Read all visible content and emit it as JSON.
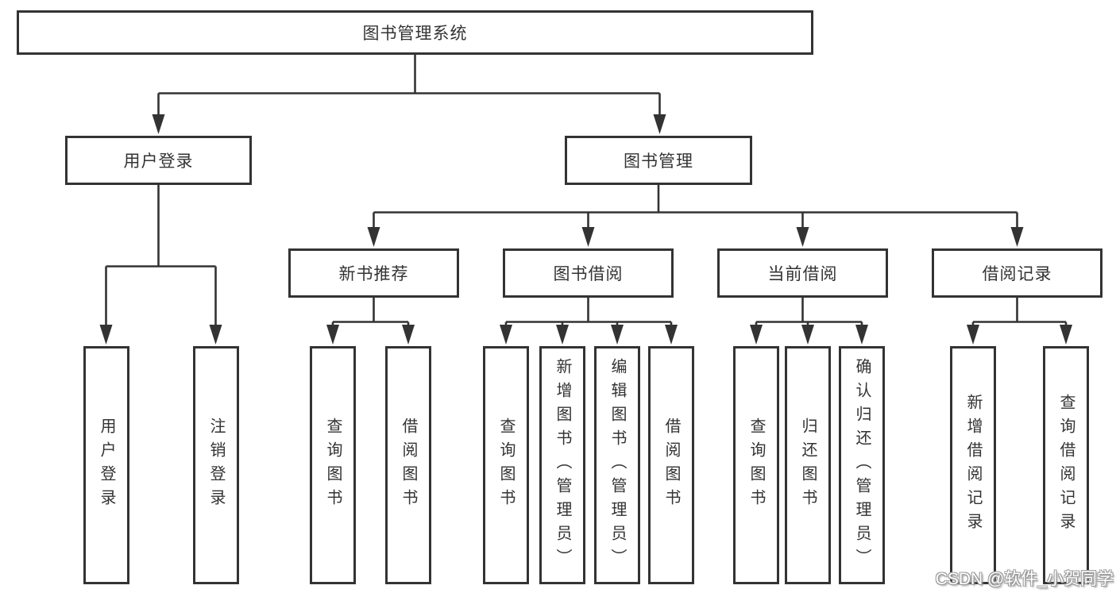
{
  "tree": {
    "label": "图书管理系统",
    "children": [
      {
        "label": "用户登录",
        "children": [
          {
            "label": "用户登录"
          },
          {
            "label": "注销登录"
          }
        ]
      },
      {
        "label": "图书管理",
        "children": [
          {
            "label": "新书推荐",
            "children": [
              {
                "label": "查询图书"
              },
              {
                "label": "借阅图书"
              }
            ]
          },
          {
            "label": "图书借阅",
            "children": [
              {
                "label": "查询图书"
              },
              {
                "label": "新增图书（管理员）"
              },
              {
                "label": "编辑图书（管理员）"
              },
              {
                "label": "借阅图书"
              }
            ]
          },
          {
            "label": "当前借阅",
            "children": [
              {
                "label": "查询图书"
              },
              {
                "label": "归还图书"
              },
              {
                "label": "确认归还（管理员）"
              }
            ]
          },
          {
            "label": "借阅记录",
            "children": [
              {
                "label": "新增借阅记录"
              },
              {
                "label": "查询借阅记录"
              }
            ]
          }
        ]
      }
    ]
  },
  "watermark": {
    "text": "CSDN @软件_小贺同学"
  },
  "colors": {
    "line": "#333333",
    "box_border": "#333333",
    "box_fill": "#ffffff",
    "text": "#333333",
    "background": "#ffffff",
    "watermark_fill": "#ffffff",
    "watermark_outline": "#9a9a9a"
  }
}
